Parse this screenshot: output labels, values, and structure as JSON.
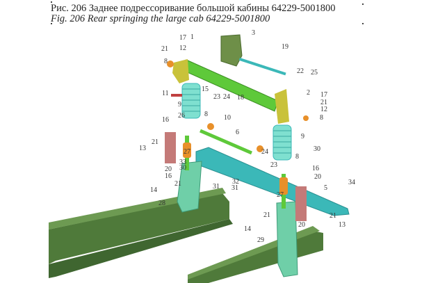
{
  "caption": {
    "ru": "Рис. 206  Заднее подрессоривание большой кабины 64229-5001800",
    "en": "Fig. 206  Rear springing  the large cab 64229-5001800"
  },
  "colors": {
    "frame": "#4f7a3a",
    "beam": "#5ec93a",
    "bracket": "#c9c23a",
    "spring": "#7fe0d0",
    "channel": "#3bb8b8",
    "pillar": "#6fcfa8",
    "support": "#c47a78",
    "bushing": "#e8902a"
  },
  "labels": [
    "3",
    "17",
    "21",
    "12",
    "1",
    "8",
    "19",
    "22",
    "25",
    "2",
    "17",
    "21",
    "12",
    "8",
    "11",
    "9",
    "15",
    "23",
    "24",
    "18",
    "16",
    "26",
    "8",
    "10",
    "6",
    "9",
    "30",
    "24",
    "13",
    "21",
    "33",
    "30",
    "20",
    "16",
    "21",
    "14",
    "28",
    "32",
    "31",
    "31",
    "23",
    "8",
    "16",
    "20",
    "5",
    "34",
    "27",
    "27",
    "21",
    "14",
    "29",
    "20",
    "13",
    "21"
  ]
}
